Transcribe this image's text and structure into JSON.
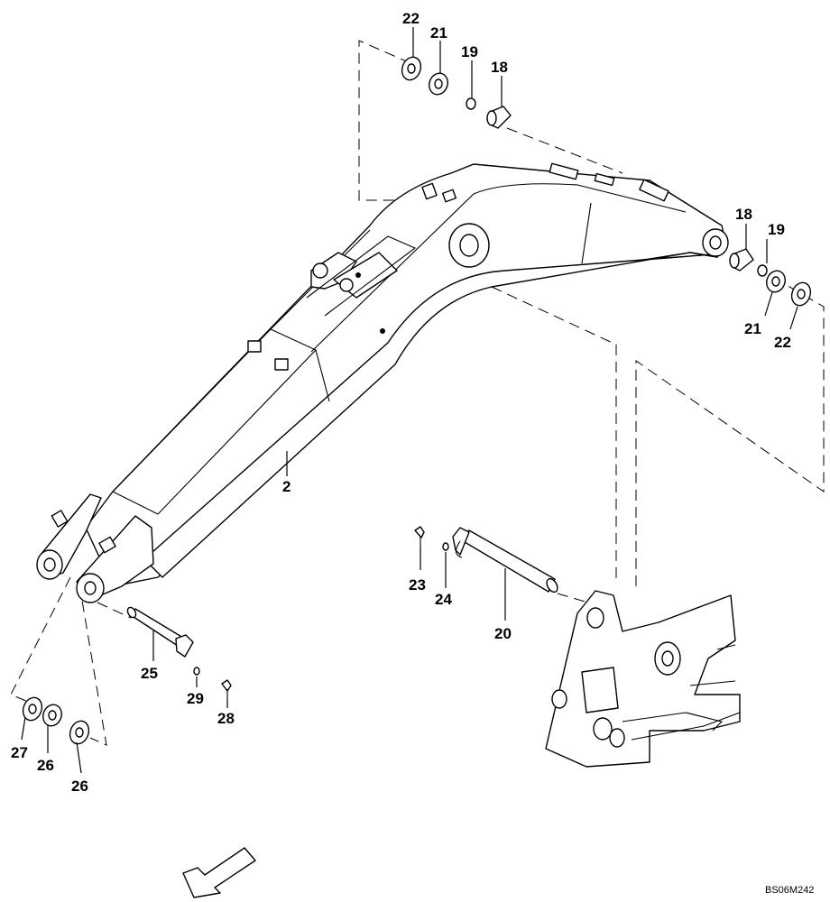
{
  "callouts": {
    "c22_top": "22",
    "c21_top": "21",
    "c19_top": "19",
    "c18_top": "18",
    "c18_right": "18",
    "c19_right": "19",
    "c21_right": "21",
    "c22_right": "22",
    "c2": "2",
    "c23": "23",
    "c24": "24",
    "c20": "20",
    "c25": "25",
    "c29": "29",
    "c28": "28",
    "c27": "27",
    "c26_a": "26",
    "c26_b": "26"
  },
  "reference_code": "BS06M242"
}
